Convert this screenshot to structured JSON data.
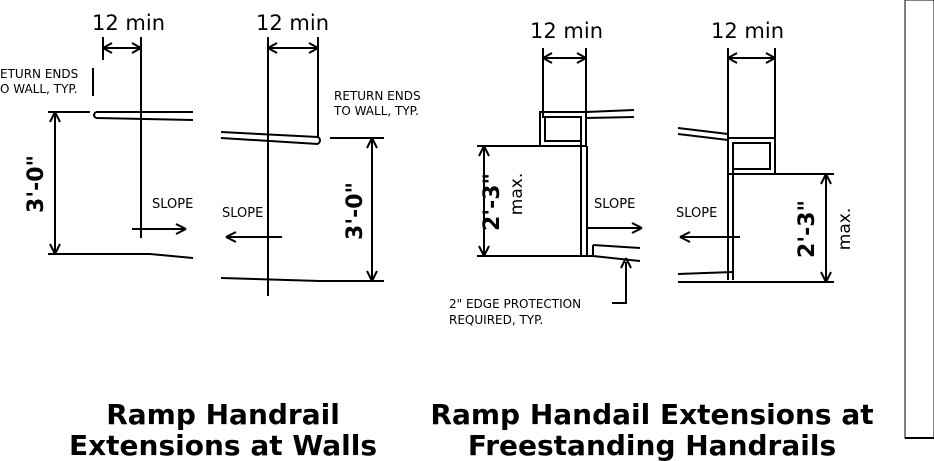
{
  "diagrams": {
    "walls": {
      "min_left": "12 min",
      "min_right": "12 min",
      "return_left_l1": "ETURN ENDS",
      "return_left_l2": "O WALL, TYP.",
      "return_right_l1": "RETURN ENDS",
      "return_right_l2": "TO WALL, TYP.",
      "height_left": "3'-0\"",
      "height_right": "3'-0\"",
      "slope_left": "SLOPE",
      "slope_right": "SLOPE",
      "caption_l1": "Ramp Handrail",
      "caption_l2": "Extensions at Walls"
    },
    "freestanding": {
      "min_left": "12 min",
      "min_right": "12 min",
      "height_left": "2'-3\"",
      "height_right": "2'-3\"",
      "max_left": "max.",
      "max_right": "max.",
      "slope_left": "SLOPE",
      "slope_right": "SLOPE",
      "edge_l1": "2\" EDGE PROTECTION",
      "edge_l2": "REQUIRED, TYP.",
      "caption_l1": "Ramp Handail Extensions at",
      "caption_l2": "Freestanding Handrails"
    }
  }
}
